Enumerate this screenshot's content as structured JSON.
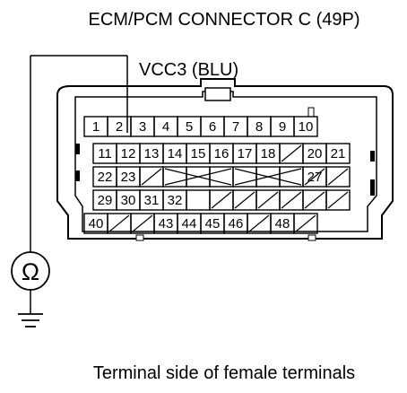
{
  "title": "ECM/PCM CONNECTOR C (49P)",
  "wire_label": "VCC3 (BLU)",
  "caption": "Terminal side of female terminals",
  "ohmmeter": {
    "symbol": "Ω",
    "icon": "ohmmeter-icon"
  },
  "ground": {
    "icon": "ground-icon"
  },
  "connector": {
    "rows": [
      [
        "1",
        "2",
        "3",
        "4",
        "5",
        "6",
        "7",
        "8",
        "9",
        "10"
      ],
      [
        "11",
        "12",
        "13",
        "14",
        "15",
        "16",
        "17",
        "18",
        "",
        "20",
        "21"
      ],
      [
        "22",
        "23",
        "",
        "",
        "",
        "",
        "",
        "",
        "",
        "27",
        ""
      ],
      [
        "29",
        "30",
        "31",
        "32",
        "",
        "",
        "",
        "",
        "",
        "",
        ""
      ],
      [
        "40",
        "",
        "",
        "43",
        "44",
        "45",
        "46",
        "",
        "48",
        ""
      ]
    ],
    "probed_terminal": "2"
  }
}
